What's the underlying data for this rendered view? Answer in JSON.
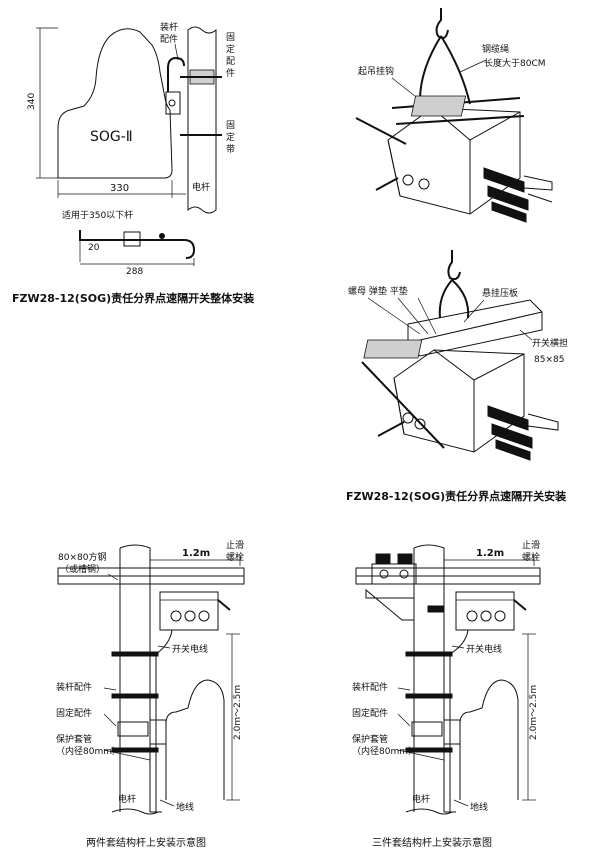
{
  "panel1": {
    "shape_label": "SOG-Ⅱ",
    "dim_height": "340",
    "dim_width": "330",
    "note": "适用于350以下杆",
    "bracket_dim_small": "20",
    "bracket_dim_length": "288",
    "label_mount": [
      "装杆",
      "配件"
    ],
    "label_fixing": [
      "固",
      "定",
      "配",
      "件"
    ],
    "label_strap": [
      "固",
      "定",
      "带"
    ],
    "label_pole": "电杆",
    "caption": "FZW28-12(SOG)责任分界点速隔开关整体安装"
  },
  "panel2": {
    "label_hook": "起吊挂钩",
    "label_rope": "钢缆绳",
    "label_rope_len": "长度大于80CM"
  },
  "panel3": {
    "label_nut": "螺母 弹垫 平垫",
    "label_plate": "悬挂压板",
    "label_arm": "开关横担",
    "label_arm_size": "85×85",
    "caption": "FZW28-12(SOG)责任分界点速隔开关安装"
  },
  "panel4": {
    "label_steel": "80×80方钢",
    "label_steel_alt": "（或槽钢）",
    "dim_distance": "1.2m",
    "label_bolt": [
      "止滑",
      "螺栓"
    ],
    "label_cable": "开关电线",
    "label_mount": "装杆配件",
    "label_fixing": "固定配件",
    "label_sleeve": "保护套管",
    "label_sleeve_dia": "（内径80mm）",
    "dim_height": "2.0m～2.5m",
    "label_pole": "电杆",
    "label_ground": "地线",
    "caption": "两件套结构杆上安装示意图"
  },
  "panel5": {
    "dim_distance": "1.2m",
    "label_bolt": [
      "止滑",
      "螺栓"
    ],
    "label_cable": "开关电线",
    "label_mount": "装杆配件",
    "label_fixing": "固定配件",
    "label_sleeve": "保护套管",
    "label_sleeve_dia": "（内径80mm）",
    "dim_height": "2.0m～2.5m",
    "label_pole": "电杆",
    "label_ground": "地线",
    "caption": "三件套结构杆上安装示意图"
  }
}
